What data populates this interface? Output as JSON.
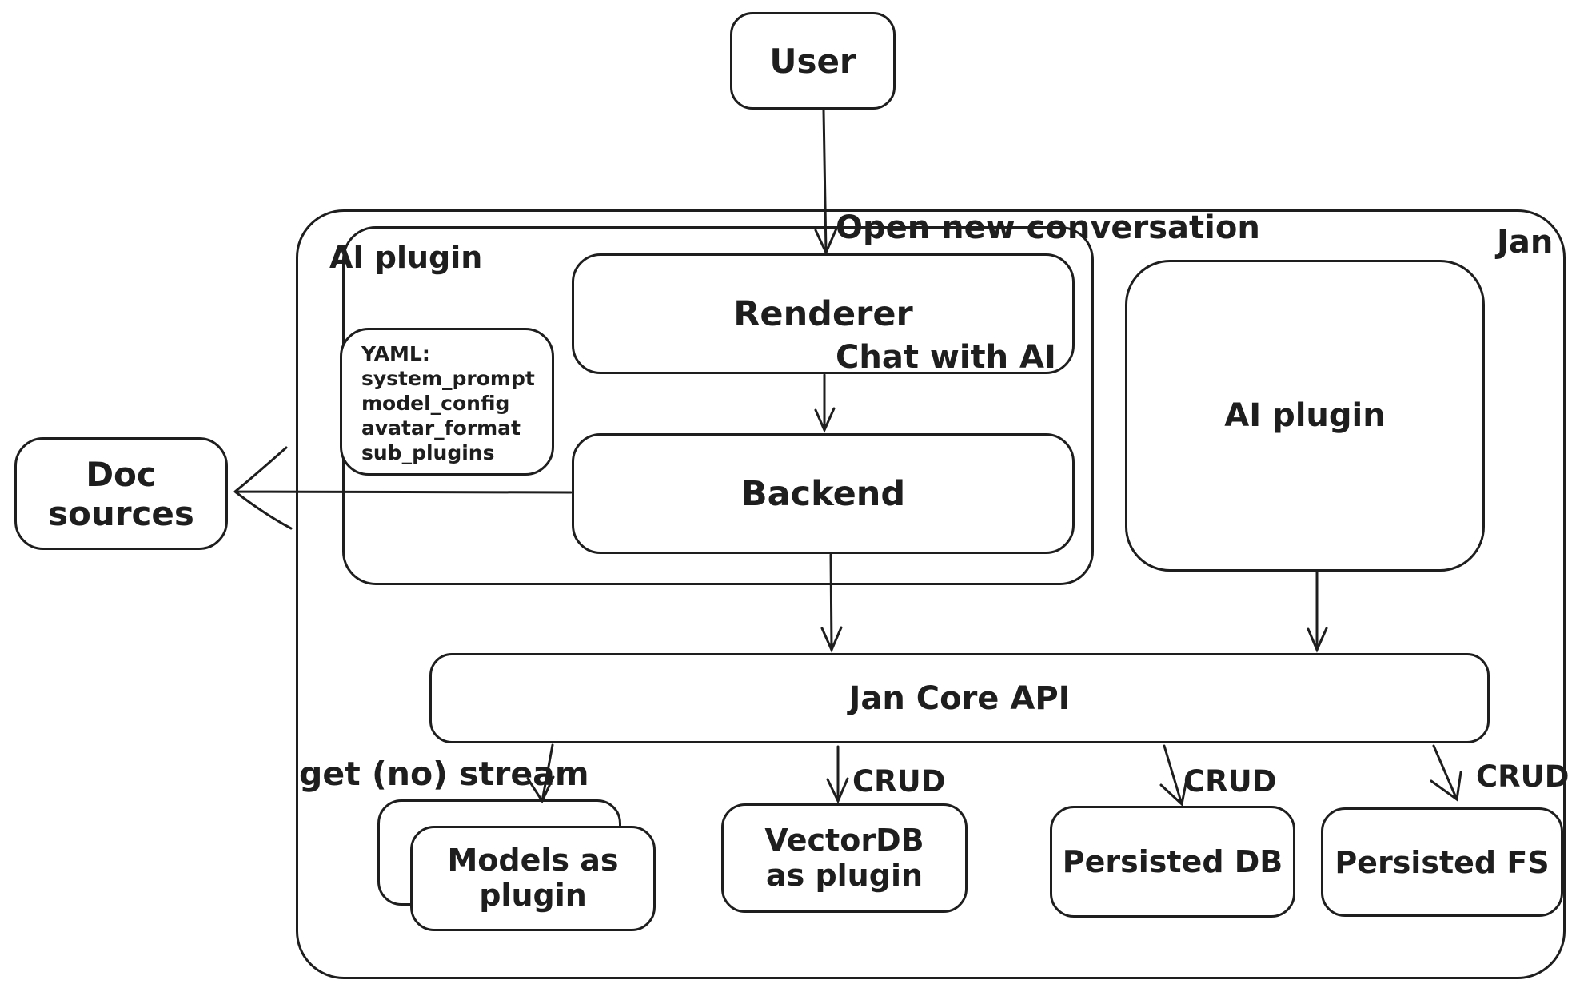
{
  "diagram": {
    "container_title": "Jan",
    "colors": {
      "stroke": "#1e1e1e",
      "background": "#ffffff"
    },
    "nodes": {
      "user": {
        "label": "User"
      },
      "ai_plugin_container": {
        "label": "AI plugin"
      },
      "yaml_note": {
        "lines": [
          "YAML:",
          "system_prompt",
          "model_config",
          "avatar_format",
          "sub_plugins"
        ]
      },
      "renderer": {
        "label": "Renderer"
      },
      "backend": {
        "label": "Backend"
      },
      "ai_plugin_right": {
        "label": "AI plugin"
      },
      "doc_sources": {
        "label": "Doc sources"
      },
      "jan_core_api": {
        "label": "Jan Core API"
      },
      "models_plugin": {
        "label": "Models as plugin"
      },
      "vectordb_plugin": {
        "label": "VectorDB as plugin"
      },
      "persisted_db": {
        "label": "Persisted DB"
      },
      "persisted_fs": {
        "label": "Persisted FS"
      }
    },
    "edges": {
      "user_to_renderer": {
        "label_line1": "Open new conversation",
        "label_line2": "Chat with AI"
      },
      "api_to_models": {
        "label": "get (no) stream"
      },
      "api_to_vectordb": {
        "label": "CRUD"
      },
      "api_to_persisted_db": {
        "label": "CRUD"
      },
      "api_to_persisted_fs": {
        "label": "CRUD"
      }
    }
  }
}
